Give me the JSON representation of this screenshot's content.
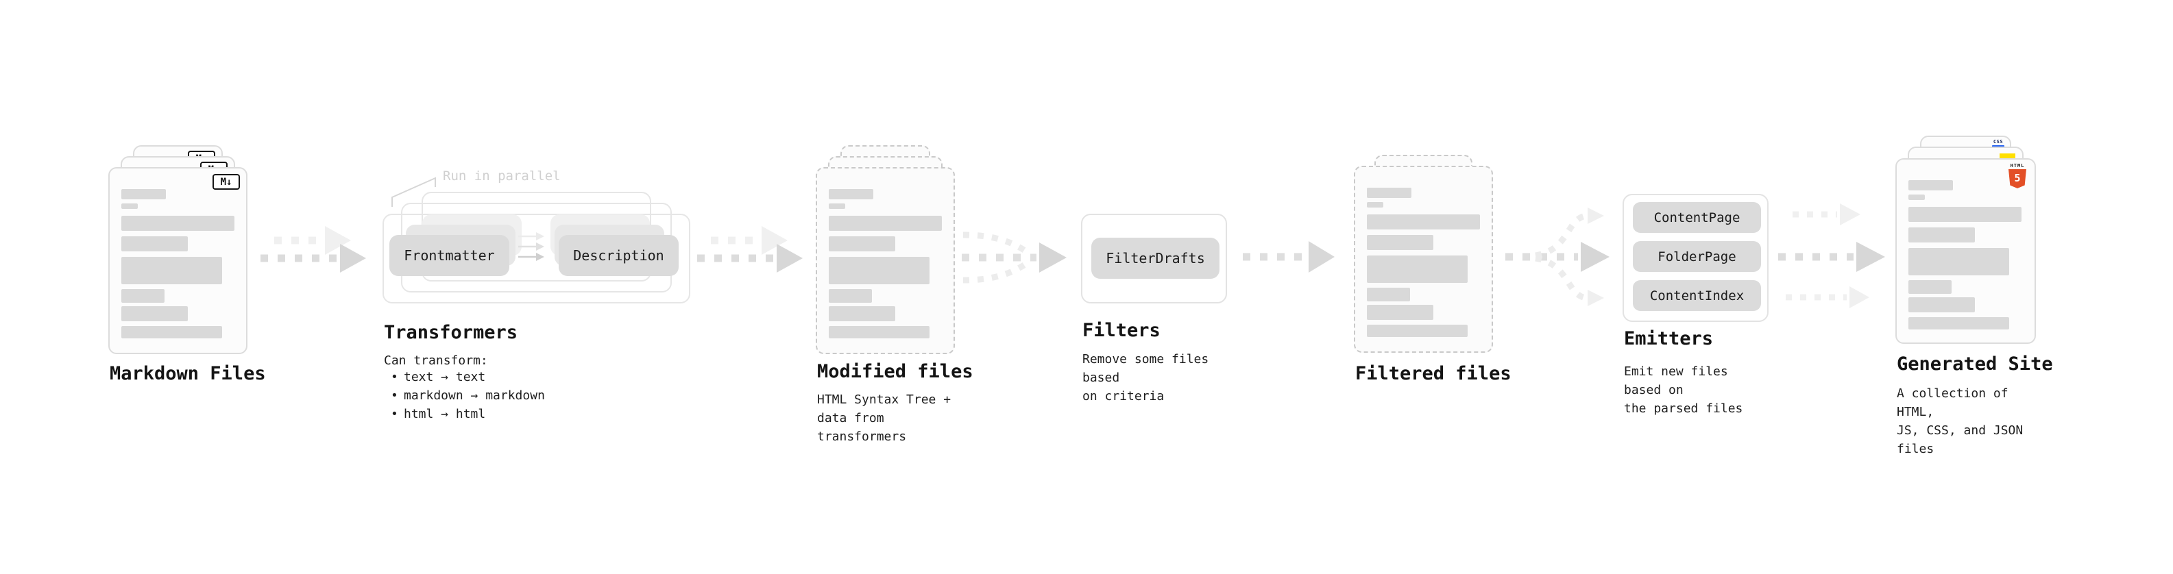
{
  "pipeline": {
    "markdown_files": {
      "title": "Markdown Files",
      "badge_label": "M↓"
    },
    "transformers": {
      "annotation": "Run in parallel",
      "boxes": [
        "Frontmatter",
        "Description"
      ],
      "title": "Transformers",
      "description_heading": "Can transform:",
      "transform_types": [
        "text → text",
        "markdown → markdown",
        "html → html"
      ]
    },
    "modified_files": {
      "title": "Modified files",
      "description": "HTML Syntax Tree +\ndata from transformers"
    },
    "filters": {
      "boxes": [
        "FilterDrafts"
      ],
      "title": "Filters",
      "description": "Remove some files based\non criteria"
    },
    "filtered_files": {
      "title": "Filtered files"
    },
    "emitters": {
      "boxes": [
        "ContentPage",
        "FolderPage",
        "ContentIndex"
      ],
      "title": "Emitters",
      "description": "Emit new files based on\nthe parsed files"
    },
    "generated_site": {
      "title": "Generated Site",
      "description": "A collection of HTML,\nJS, CSS, and JSON files",
      "html5_badge_label": "HTML",
      "html5_badge_number": "5",
      "css_badge_label": "CSS"
    }
  },
  "colors": {
    "html5_orange": "#E34F26",
    "js_yellow": "#FFDF00",
    "css_blue": "#2965F1",
    "placeholder_gray": "#D9D9D9"
  }
}
